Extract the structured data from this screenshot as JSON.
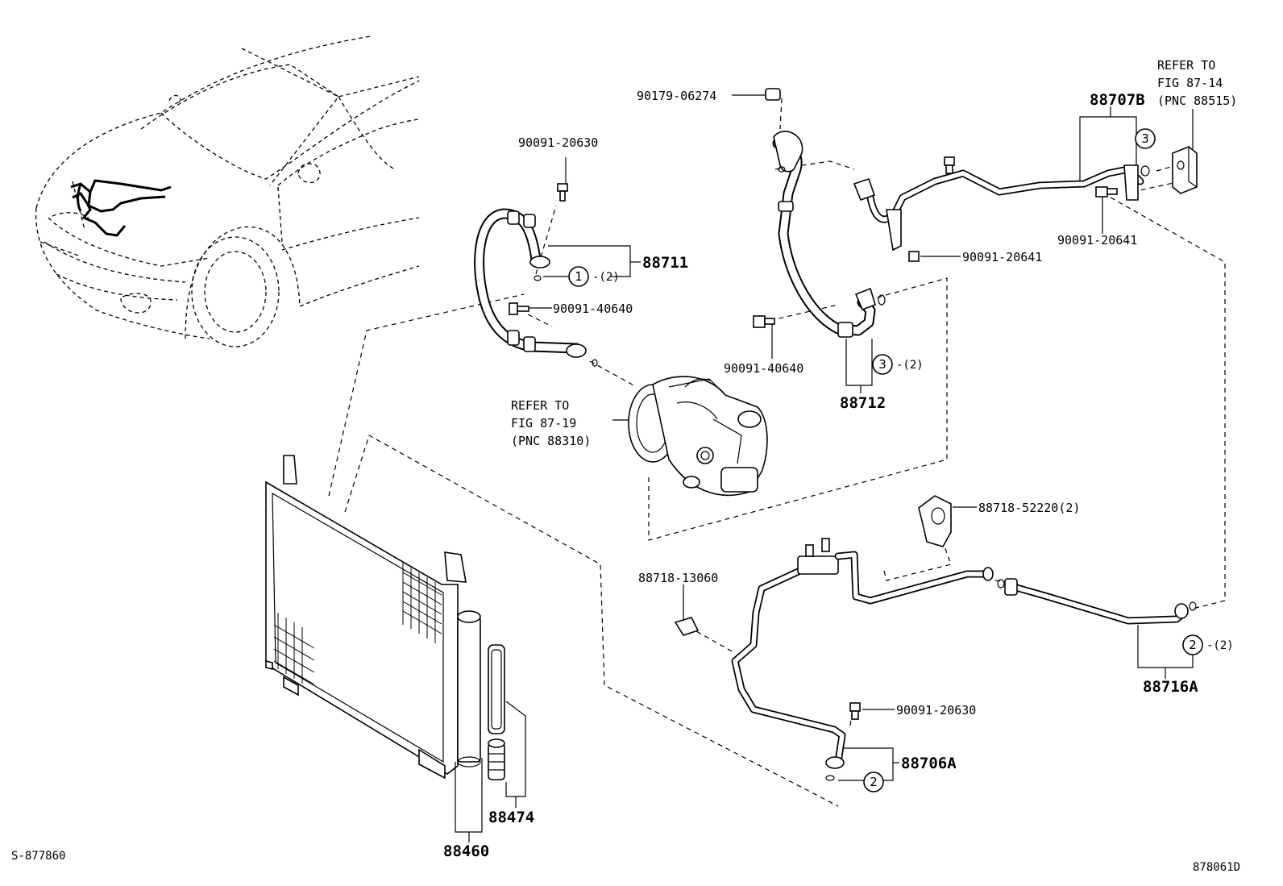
{
  "diagram": {
    "labels": {
      "p90179_06274": "90179-06274",
      "p90091_20630_top": "90091-20630",
      "p88711": "88711",
      "p90091_40640_left": "90091-40640",
      "p90091_40640_mid": "90091-40640",
      "p88712": "88712",
      "p88707b": "88707B",
      "p90091_20641_a": "90091-20641",
      "p90091_20641_b": "90091-20641",
      "p88718_52220": "88718-52220(2)",
      "p88718_13060": "88718-13060",
      "p88716a": "88716A",
      "p90091_20630_bottom": "90091-20630",
      "p88706a": "88706A",
      "p88474": "88474",
      "p88460": "88460"
    },
    "callouts": {
      "c1": "1",
      "c1_qty": "-(2)",
      "c3_upper": "3",
      "c3_lower": "3",
      "c3_lower_qty": "-(2)",
      "c2_right": "2",
      "c2_right_qty": "-(2)",
      "c2_bottom": "2"
    },
    "references": {
      "compressor": [
        "REFER TO",
        "FIG 87-19",
        "(PNC 88310)"
      ],
      "expansion_valve": [
        "REFER TO",
        "FIG 87-14",
        "(PNC 88515)"
      ]
    },
    "footer": {
      "left_code": "S-877860",
      "right_code": "878061D"
    }
  }
}
